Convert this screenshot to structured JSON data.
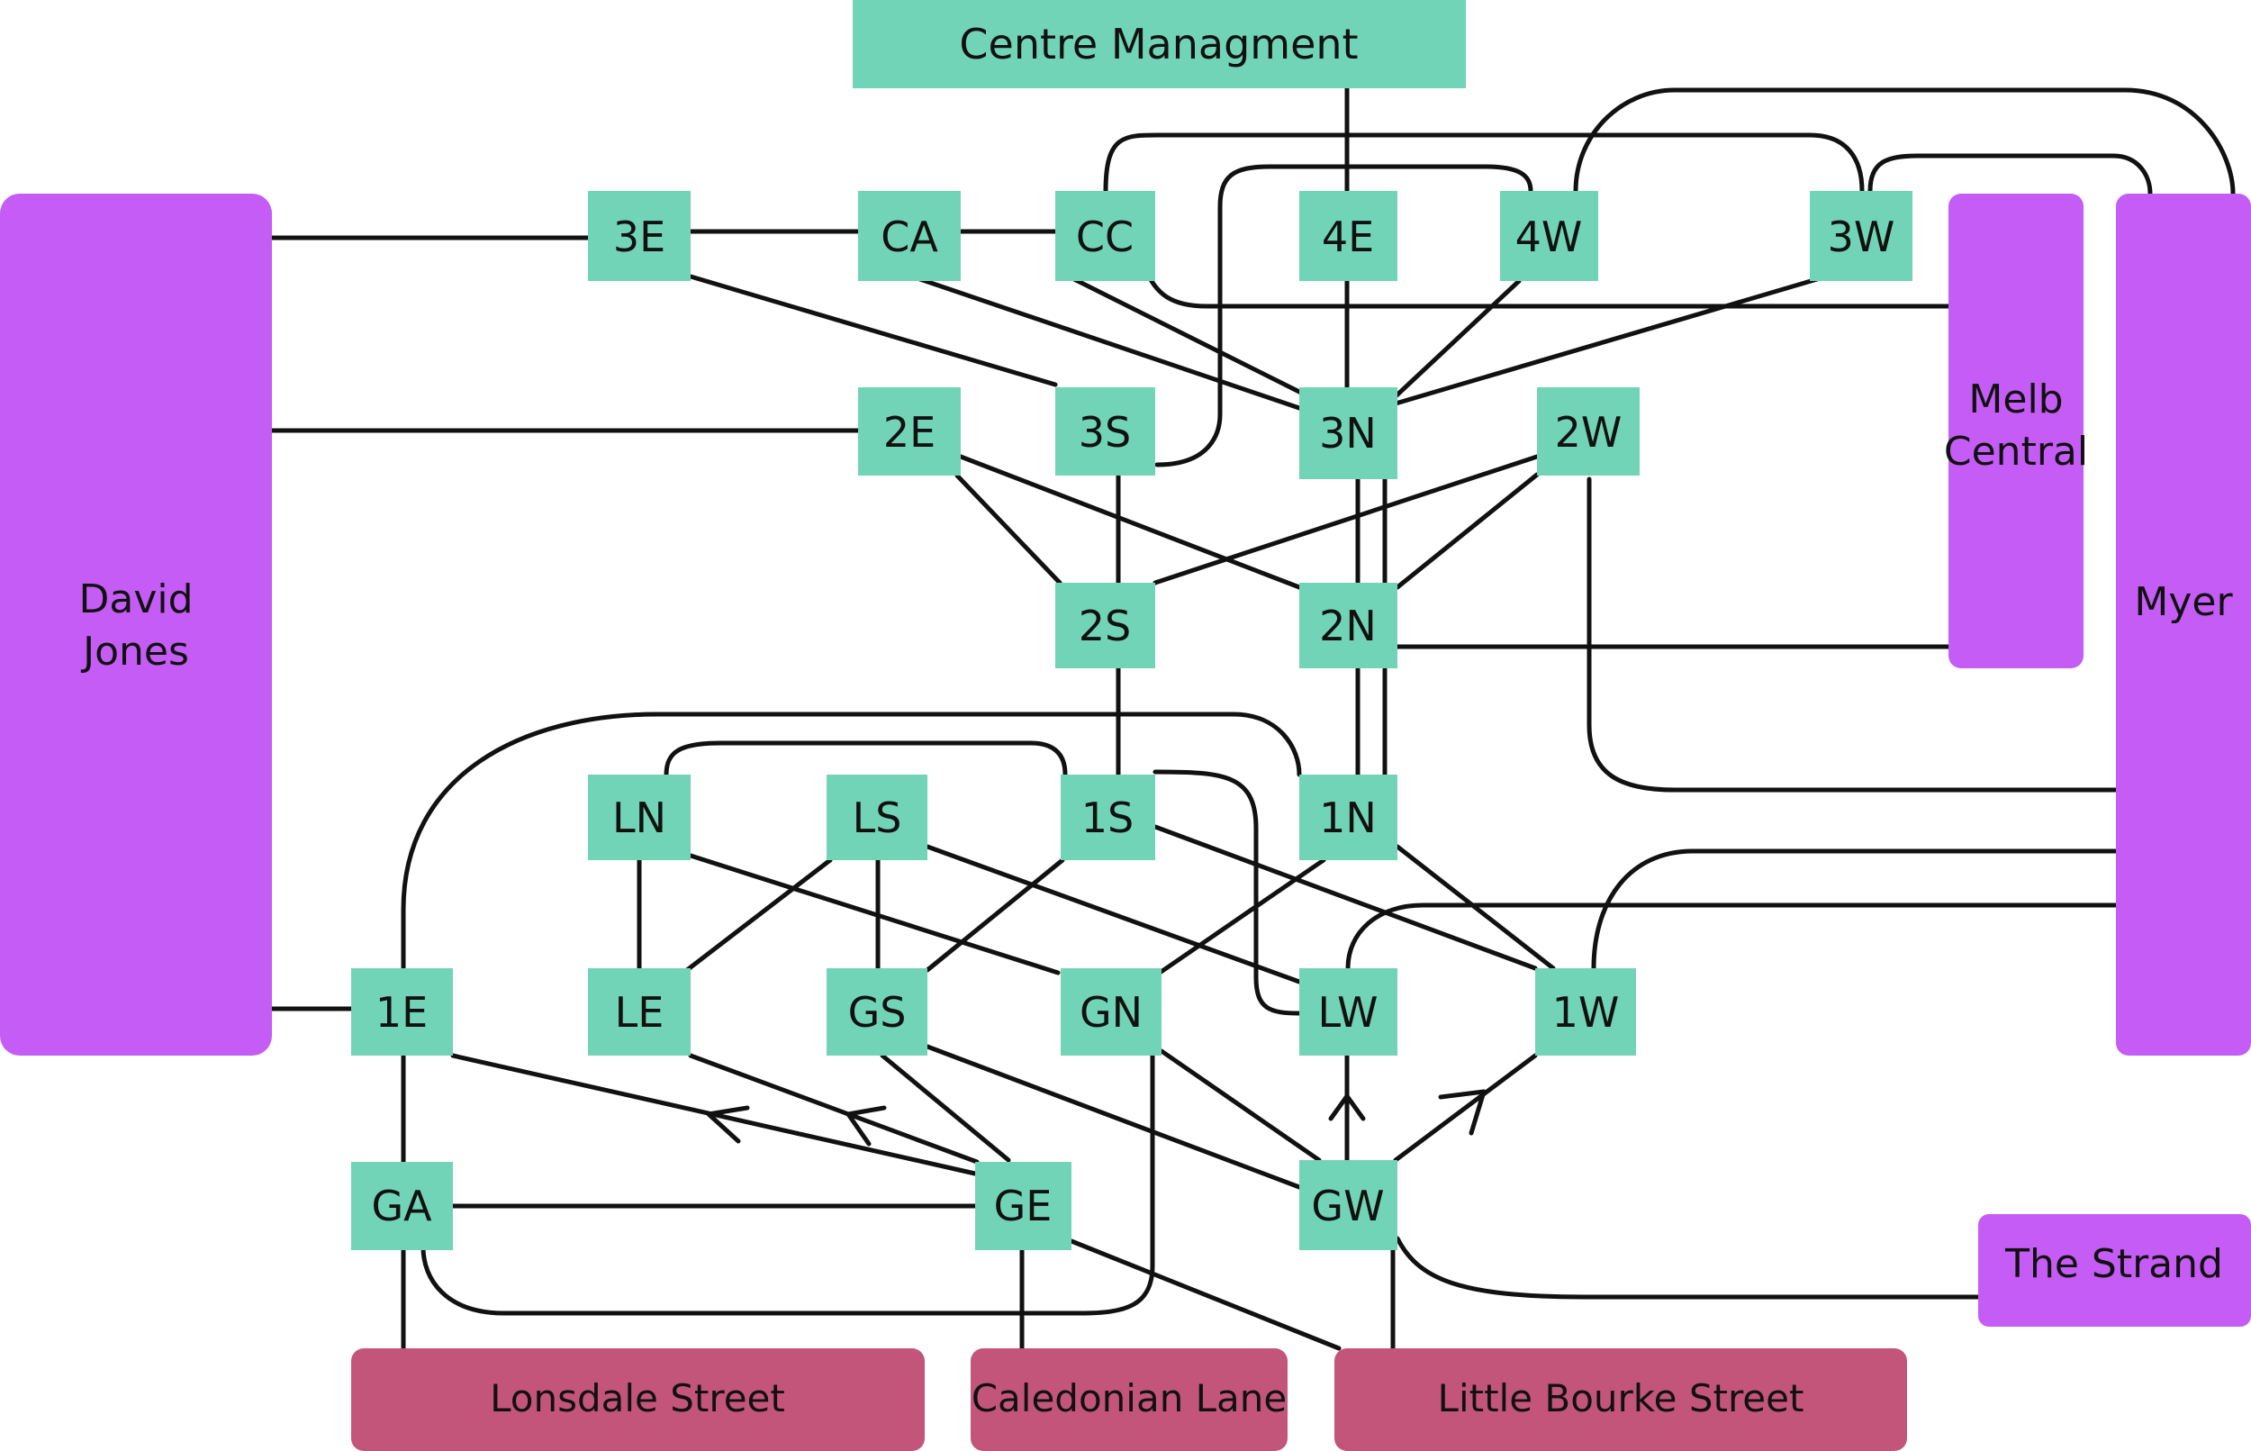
{
  "colors": {
    "node": "#72d4b6",
    "store": "#c45cf5",
    "street": "#c4557a",
    "line": "#111111",
    "text": "#111111"
  },
  "nodes": {
    "centre": "Centre Managment",
    "n3E": "3E",
    "nCA": "CA",
    "nCC": "CC",
    "n4E": "4E",
    "n4W": "4W",
    "n3W": "3W",
    "n2E": "2E",
    "n3S": "3S",
    "n3N": "3N",
    "n2W": "2W",
    "n2S": "2S",
    "n2N": "2N",
    "nLN": "LN",
    "nLS": "LS",
    "n1S": "1S",
    "n1N": "1N",
    "n1E": "1E",
    "nLE": "LE",
    "nGS": "GS",
    "nGN": "GN",
    "nLW": "LW",
    "n1W": "1W",
    "nGA": "GA",
    "nGE": "GE",
    "nGW": "GW"
  },
  "stores": {
    "david_jones_1": "David",
    "david_jones_2": "Jones",
    "melb_central_1": "Melb",
    "melb_central_2": "Central",
    "myer": "Myer",
    "strand": "The Strand"
  },
  "streets": {
    "lonsdale": "Lonsdale Street",
    "caledonian": "Caledonian Lane",
    "little_bourke": "Little Bourke Street"
  }
}
